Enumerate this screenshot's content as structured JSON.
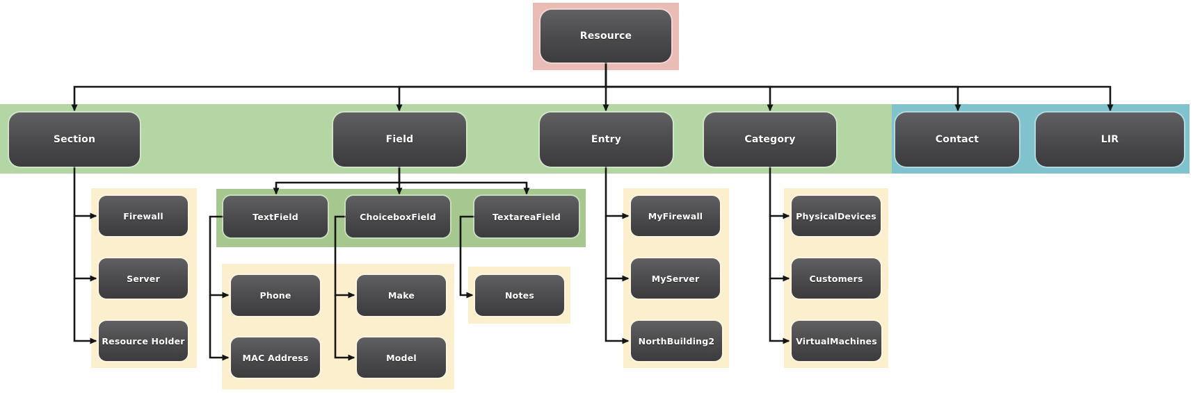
{
  "nodes": {
    "root": "Resource",
    "level1": [
      "Section",
      "Field",
      "Entry",
      "Category",
      "Contact",
      "LIR"
    ],
    "section_children": [
      "Firewall",
      "Server",
      "Resource Holder"
    ],
    "field_children": [
      "TextField",
      "ChoiceboxField",
      "TextareaField"
    ],
    "textfield_children": [
      "Phone",
      "MAC Address"
    ],
    "choiceboxfield_children": [
      "Make",
      "Model"
    ],
    "textareafield_children": [
      "Notes"
    ],
    "entry_children": [
      "MyFirewall",
      "MyServer",
      "NorthBuilding2"
    ],
    "category_children": [
      "PhysicalDevices",
      "Customers",
      "VirtualMachines"
    ]
  },
  "colors": {
    "root_highlight": "#e9bcb6",
    "band_green": "#b4d6a4",
    "band_blue": "#80c3cd",
    "subgroup_green": "#a6c78f",
    "group_cream": "#fcefcd",
    "node_fill_top": "#606062",
    "node_fill_bottom": "#3c3c3e",
    "node_text": "#ffffff",
    "connector": "#151515"
  }
}
